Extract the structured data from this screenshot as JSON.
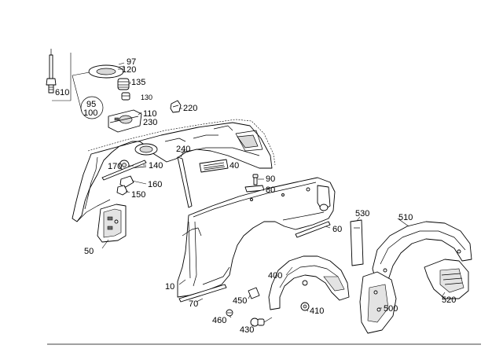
{
  "part_labels": [
    {
      "id": "610",
      "text": "610"
    },
    {
      "id": "97",
      "text": "97"
    },
    {
      "id": "120",
      "text": "120"
    },
    {
      "id": "135",
      "text": "135"
    },
    {
      "id": "130",
      "text": "130"
    },
    {
      "id": "95",
      "text": "95"
    },
    {
      "id": "100",
      "text": "100"
    },
    {
      "id": "110",
      "text": "110"
    },
    {
      "id": "230",
      "text": "230"
    },
    {
      "id": "220",
      "text": "220"
    },
    {
      "id": "240",
      "text": "240"
    },
    {
      "id": "170",
      "text": "170"
    },
    {
      "id": "140",
      "text": "140"
    },
    {
      "id": "160",
      "text": "160"
    },
    {
      "id": "150",
      "text": "150"
    },
    {
      "id": "40",
      "text": "40"
    },
    {
      "id": "90",
      "text": "90"
    },
    {
      "id": "80",
      "text": "80"
    },
    {
      "id": "50",
      "text": "50"
    },
    {
      "id": "530",
      "text": "530"
    },
    {
      "id": "510",
      "text": "510"
    },
    {
      "id": "60",
      "text": "60"
    },
    {
      "id": "400",
      "text": "400"
    },
    {
      "id": "10",
      "text": "10"
    },
    {
      "id": "70",
      "text": "70"
    },
    {
      "id": "450",
      "text": "450"
    },
    {
      "id": "460",
      "text": "460"
    },
    {
      "id": "430",
      "text": "430"
    },
    {
      "id": "410",
      "text": "410"
    },
    {
      "id": "500",
      "text": "500"
    },
    {
      "id": "520",
      "text": "520"
    }
  ],
  "colors": {
    "line": "#000000",
    "background": "#ffffff",
    "fill_light": "#d9d9d9",
    "fill_dark": "#6b6b6b"
  }
}
